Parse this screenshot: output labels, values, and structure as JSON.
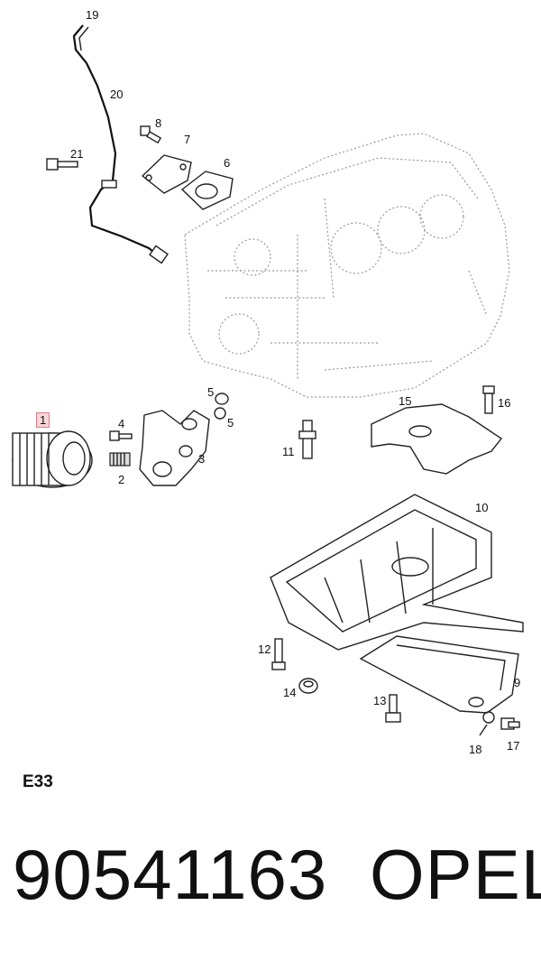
{
  "figure": {
    "code": "E33",
    "part_number": "90541163",
    "brand": "OPEL",
    "highlighted_callout": "1"
  },
  "callouts": {
    "c1": "1",
    "c2": "2",
    "c3": "3",
    "c4": "4",
    "c5a": "5",
    "c5b": "5",
    "c6": "6",
    "c7": "7",
    "c8": "8",
    "c9": "9",
    "c10": "10",
    "c11": "11",
    "c12": "12",
    "c13": "13",
    "c14": "14",
    "c15": "15",
    "c16": "16",
    "c17": "17",
    "c18": "18",
    "c19": "19",
    "c20": "20",
    "c21": "21"
  },
  "colors": {
    "highlight_fill": "#f9d6d9",
    "highlight_border": "#e07a86",
    "line": "#222222",
    "engine_block_dots": "#999999"
  }
}
